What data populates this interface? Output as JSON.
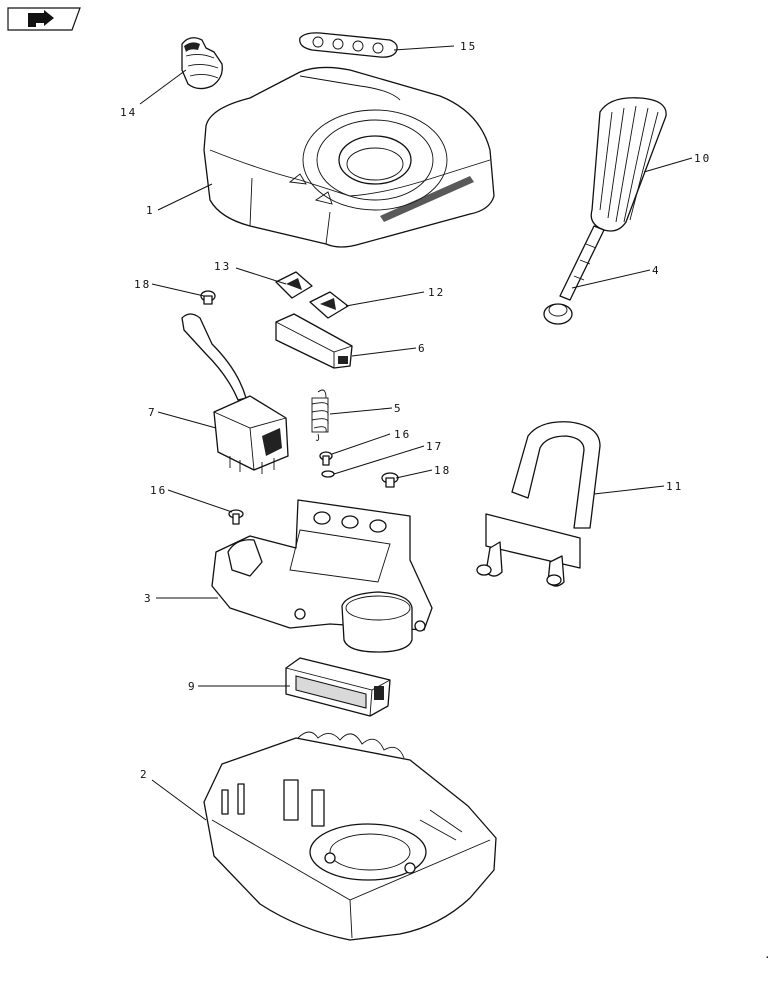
{
  "nav": {
    "icon": "next-page-arrow-icon"
  },
  "callouts": [
    {
      "id": "c1",
      "label": "1"
    },
    {
      "id": "c2",
      "label": "2"
    },
    {
      "id": "c3",
      "label": "3"
    },
    {
      "id": "c4",
      "label": "4"
    },
    {
      "id": "c5",
      "label": "5"
    },
    {
      "id": "c6",
      "label": "6"
    },
    {
      "id": "c7",
      "label": "7"
    },
    {
      "id": "c9",
      "label": "9"
    },
    {
      "id": "c10",
      "label": "10"
    },
    {
      "id": "c11",
      "label": "11"
    },
    {
      "id": "c12",
      "label": "12"
    },
    {
      "id": "c13",
      "label": "13"
    },
    {
      "id": "c14",
      "label": "14"
    },
    {
      "id": "c15",
      "label": "15"
    },
    {
      "id": "c16a",
      "label": "16"
    },
    {
      "id": "c16b",
      "label": "16"
    },
    {
      "id": "c17",
      "label": "17"
    },
    {
      "id": "c18a",
      "label": "18"
    },
    {
      "id": "c18b",
      "label": "18"
    }
  ],
  "footer_mark": "."
}
